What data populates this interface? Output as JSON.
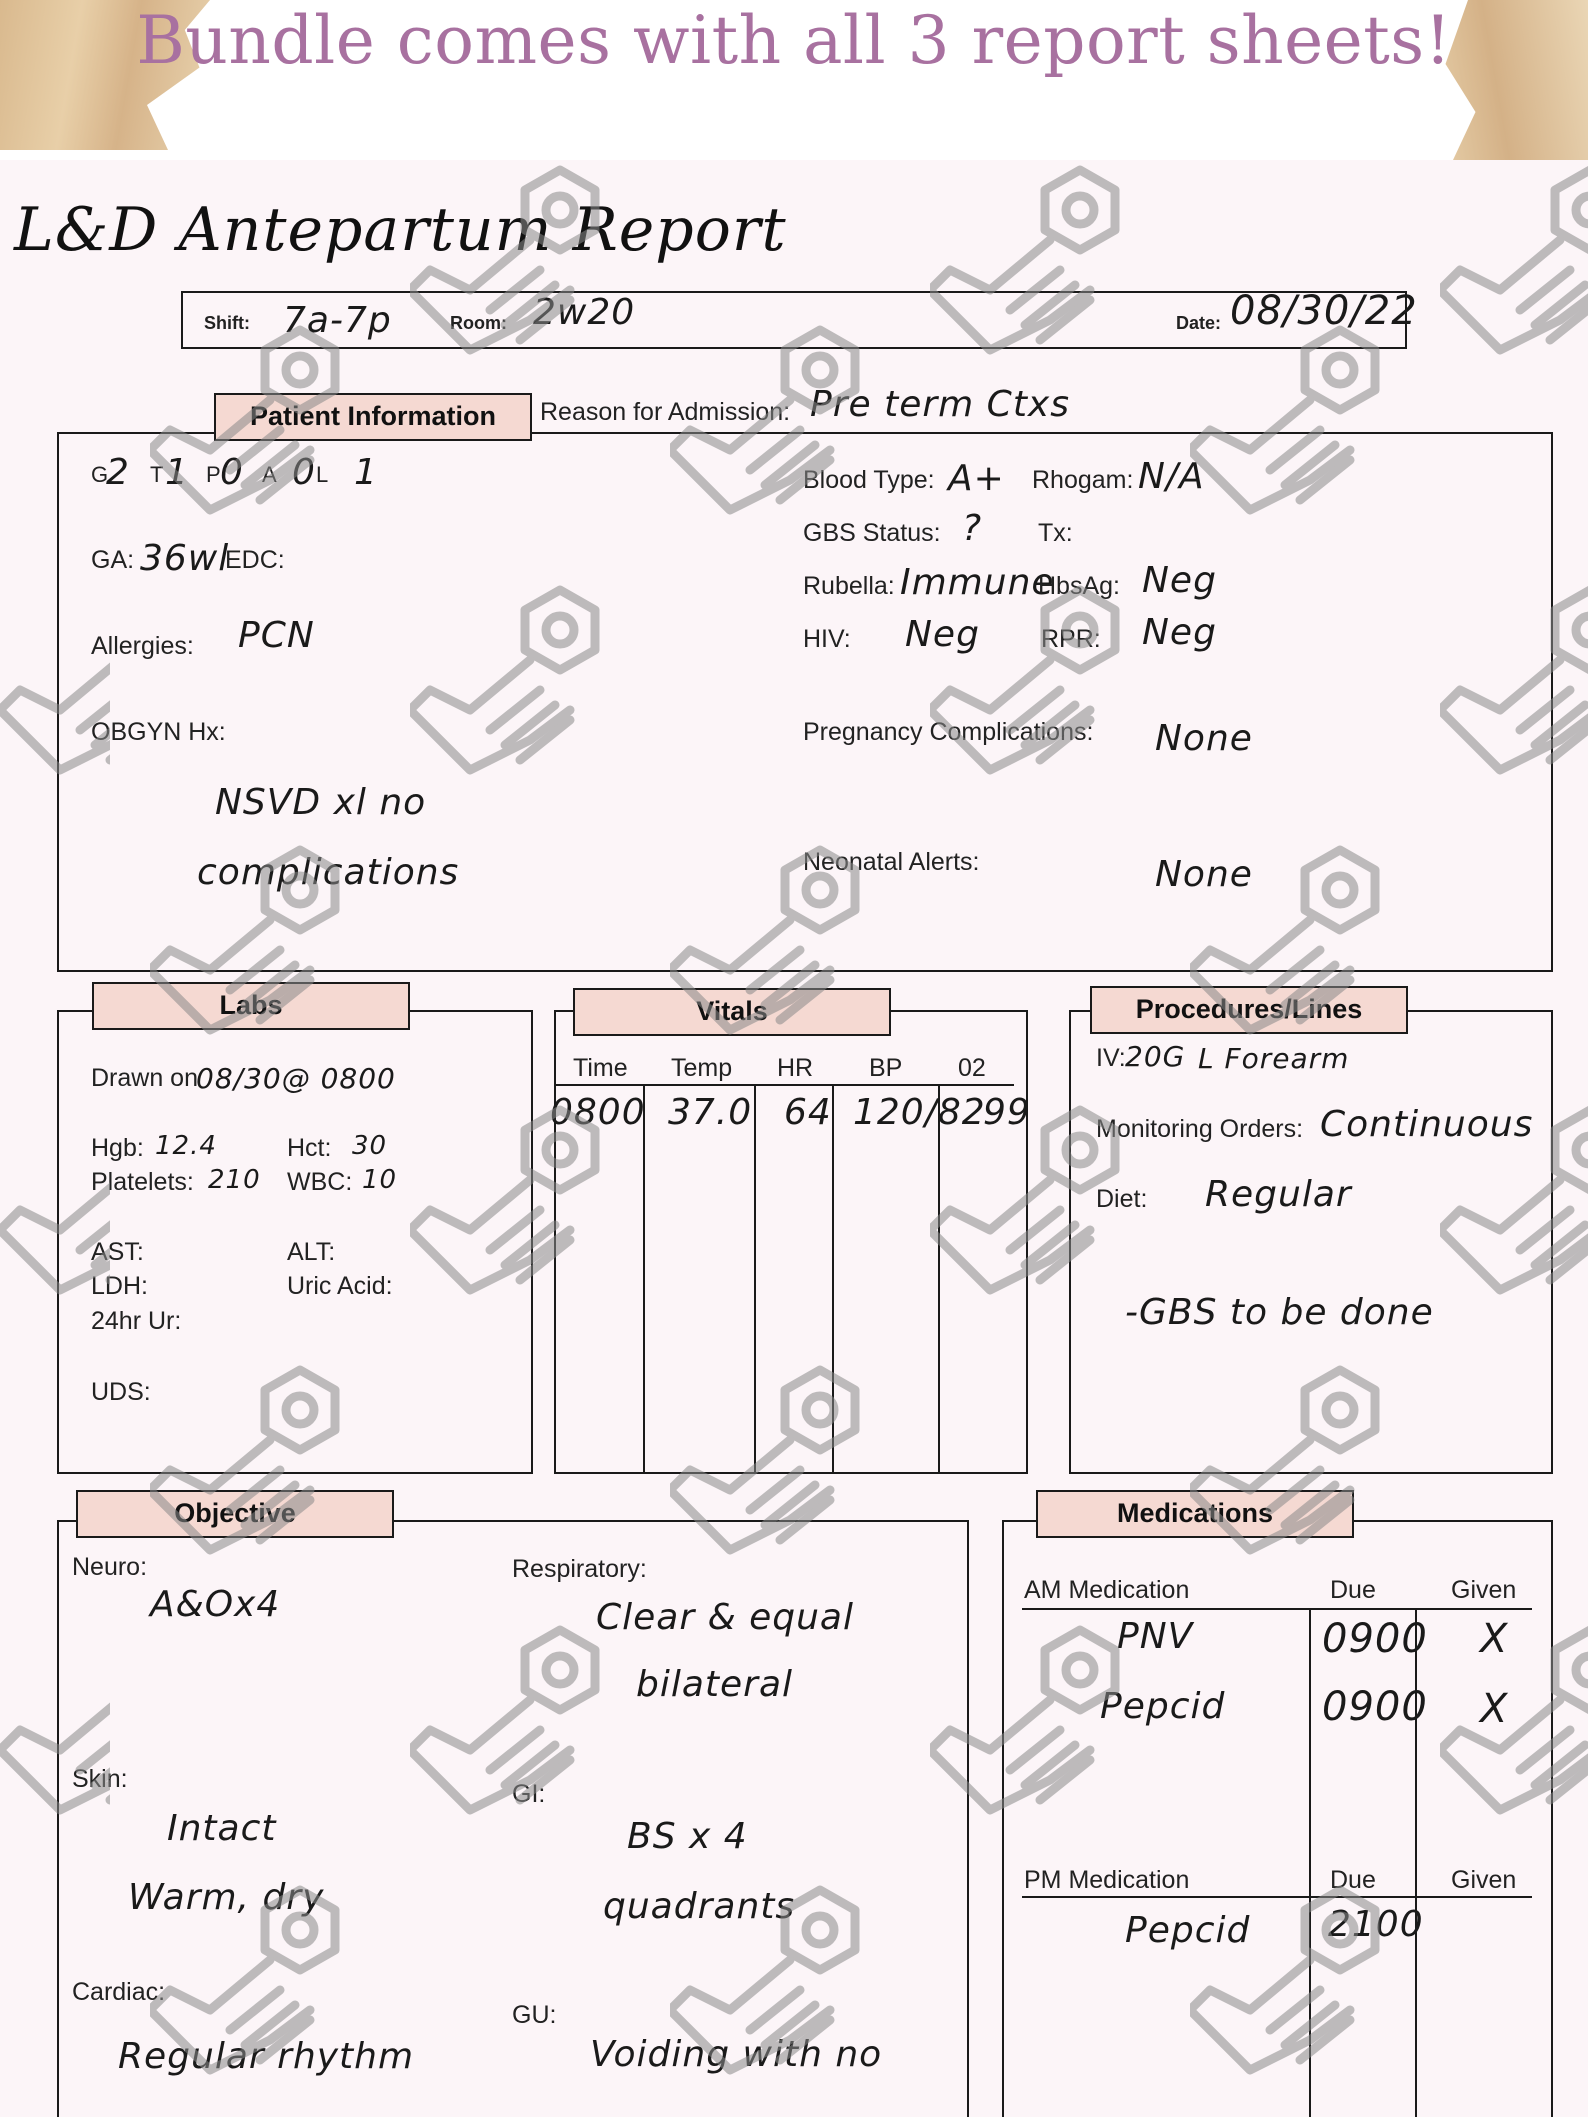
{
  "banner": {
    "title": "Bundle comes with all 3 report sheets!"
  },
  "report_title": "L&D Antepartum Report",
  "header": {
    "shift_label": "Shift:",
    "shift_value": "7a-7p",
    "room_label": "Room:",
    "room_value": "2w20",
    "date_label": "Date:",
    "date_value": "08/30/22"
  },
  "patient_info": {
    "tab": "Patient Information",
    "reason_label": "Reason for Admission:",
    "reason_value": "Pre term Ctxs",
    "gtpal": {
      "g": "G",
      "g_val": "2",
      "t": "T",
      "t_val": "1",
      "p": "P",
      "p_val": "0",
      "a": "A",
      "a_val": "0",
      "l": "L",
      "l_val": "1"
    },
    "ga_label": "GA:",
    "ga_value": "36wl",
    "edc_label": "EDC:",
    "allergies_label": "Allergies:",
    "allergies_value": "PCN",
    "obgyn_label": "OBGYN Hx:",
    "obgyn_value_1": "NSVD xl no",
    "obgyn_value_2": "complications",
    "blood_type_label": "Blood Type:",
    "blood_type_value": "A+",
    "rhogam_label": "Rhogam:",
    "rhogam_value": "N/A",
    "gbs_label": "GBS Status:",
    "gbs_value": "?",
    "tx_label": "Tx:",
    "rubella_label": "Rubella:",
    "rubella_value": "Immune",
    "hbsag_label": "HbsAg:",
    "hbsag_value": "Neg",
    "hiv_label": "HIV:",
    "hiv_value": "Neg",
    "rpr_label": "RPR:",
    "rpr_value": "Neg",
    "preg_comp_label": "Pregnancy Complications:",
    "preg_comp_value": "None",
    "neonatal_label": "Neonatal Alerts:",
    "neonatal_value": "None"
  },
  "labs": {
    "tab": "Labs",
    "drawn_label": "Drawn on",
    "drawn_value": "08/30@ 0800",
    "hgb_label": "Hgb:",
    "hgb_value": "12.4",
    "hct_label": "Hct:",
    "hct_value": "30",
    "platelets_label": "Platelets:",
    "platelets_value": "210",
    "wbc_label": "WBC:",
    "wbc_value": "10",
    "ast_label": "AST:",
    "alt_label": "ALT:",
    "ldh_label": "LDH:",
    "uric_label": "Uric Acid:",
    "ur24_label": "24hr Ur:",
    "uds_label": "UDS:"
  },
  "vitals": {
    "tab": "Vitals",
    "headers": [
      "Time",
      "Temp",
      "HR",
      "BP",
      "02"
    ],
    "row": [
      "0800",
      "37.0",
      "64",
      "120/82",
      "99"
    ]
  },
  "procedures": {
    "tab": "Procedures/Lines",
    "iv_label": "IV:",
    "iv_value": "20G",
    "iv_site": "L Forearm",
    "monitoring_label": "Monitoring Orders:",
    "monitoring_value": "Continuous",
    "diet_label": "Diet:",
    "diet_value": "Regular",
    "note": "-GBS to be done"
  },
  "objective": {
    "tab": "Objective",
    "neuro_label": "Neuro:",
    "neuro_value": "A&Ox4",
    "skin_label": "Skin:",
    "skin_value_1": "Intact",
    "skin_value_2": "Warm, dry",
    "cardiac_label": "Cardiac:",
    "cardiac_value": "Regular rhythm",
    "resp_label": "Respiratory:",
    "resp_value_1": "Clear & equal",
    "resp_value_2": "bilateral",
    "gi_label": "GI:",
    "gi_value_1": "BS x 4",
    "gi_value_2": "quadrants",
    "gu_label": "GU:",
    "gu_value": "Voiding with no"
  },
  "medications": {
    "tab": "Medications",
    "am_header": "AM Medication",
    "due_header": "Due",
    "given_header": "Given",
    "am_rows": [
      {
        "name": "PNV",
        "due": "0900",
        "given": "X"
      },
      {
        "name": "Pepcid",
        "due": "0900",
        "given": "X"
      }
    ],
    "pm_header": "PM Medication",
    "pm_due_header": "Due",
    "pm_given_header": "Given",
    "pm_rows": [
      {
        "name": "Pepcid",
        "due": "2100",
        "given": ""
      }
    ]
  }
}
